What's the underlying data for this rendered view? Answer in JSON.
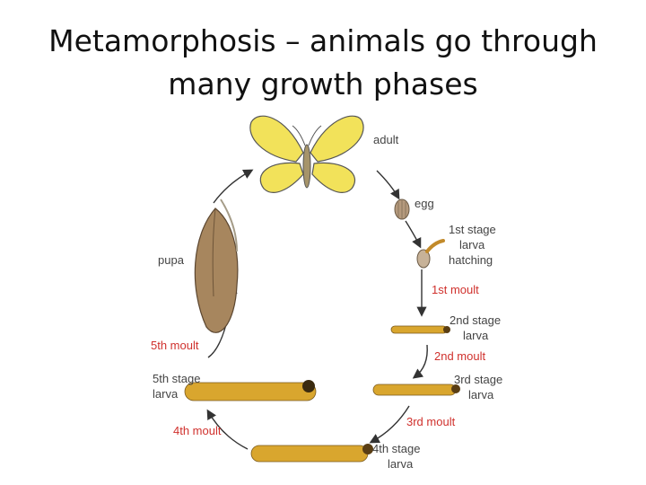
{
  "title": {
    "line1": "Metamorphosis – animals go through",
    "line2": "many growth phases"
  },
  "diagram": {
    "stages": {
      "adult": "adult",
      "egg": "egg",
      "hatch1": "1st stage",
      "hatch2": "larva",
      "hatch3": "hatching",
      "larva2a": "2nd stage",
      "larva2b": "larva",
      "larva3a": "3rd stage",
      "larva3b": "larva",
      "larva4a": "4th stage",
      "larva4b": "larva",
      "larva5a": "5th stage",
      "larva5b": "larva",
      "pupa": "pupa"
    },
    "moults": {
      "m1": "1st moult",
      "m2": "2nd moult",
      "m3": "3rd moult",
      "m4": "4th moult",
      "m5": "5th moult"
    }
  },
  "colors": {
    "wing": "#f2e25a",
    "larva": "#d9a62e",
    "pupa": "#a7865e",
    "moult_text": "#d0312d",
    "label_text": "#444444"
  }
}
